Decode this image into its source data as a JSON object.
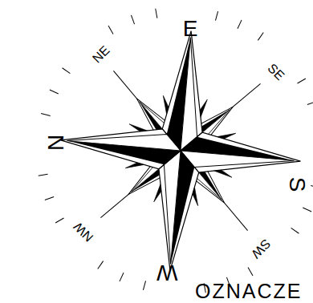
{
  "diagram": {
    "labels": [
      "E",
      "NE",
      "SE",
      "N",
      "S",
      "NW",
      "W",
      "SW",
      "OZNACZE"
    ]
  }
}
